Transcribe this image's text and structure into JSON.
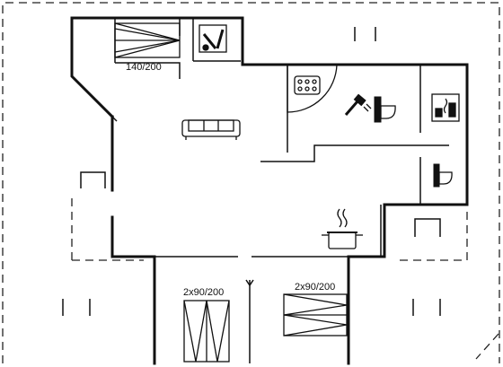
{
  "floorplan": {
    "rooms": [
      {
        "id": "bedroom-top-left",
        "bed_label": "140/200"
      },
      {
        "id": "bedroom-bottom-left",
        "bed_label": "2x90/200"
      },
      {
        "id": "bedroom-bottom-right",
        "bed_label": "2x90/200"
      }
    ],
    "icons": [
      "sofa-icon",
      "jacuzzi-icon",
      "shower-icon",
      "toilet-icon",
      "sauna-icon",
      "utility-icon",
      "cooking-pot-icon",
      "bed-icon"
    ]
  }
}
